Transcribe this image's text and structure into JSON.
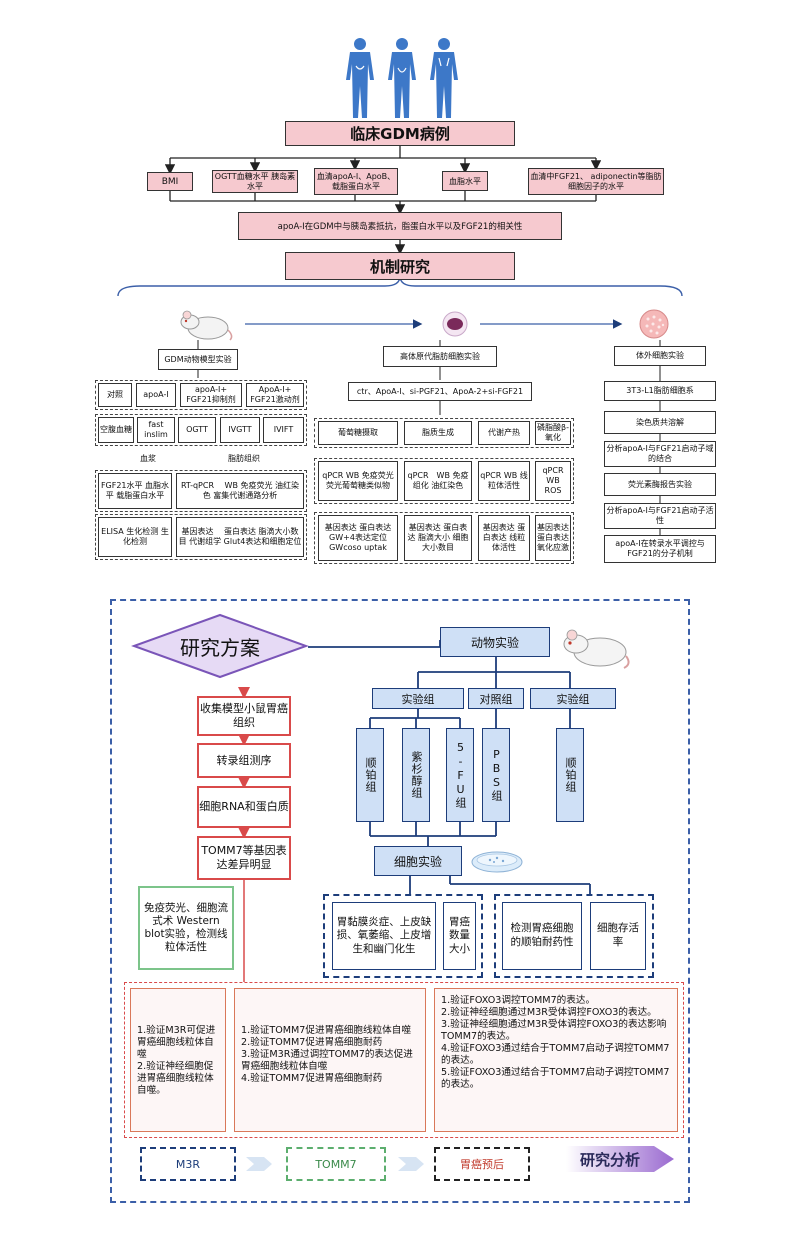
{
  "top": {
    "title": "临床GDM病例",
    "indicators": [
      "BMI",
      "OGTT血糖水平 胰岛素水平",
      "血清apoA-Ⅰ、ApoB、载脂蛋白水平",
      "血脂水平",
      "血清中FGF21、 adiponectin等脂肪细胞因子的水平"
    ],
    "correlation": "apoA-Ⅰ在GDM中与胰岛素抵抗，脂蛋白水平以及FGF21的相关性",
    "mechanism": "机制研究",
    "col1": {
      "header": "GDM动物模型实验",
      "groups": [
        "对照",
        "apoA-Ⅰ",
        "apoA-Ⅰ+ FGF21抑制剂",
        "ApoA-Ⅰ+ FGF21激动剂"
      ],
      "tests": [
        "空腹血糖",
        "fast inslim",
        "OGTT",
        "IVGTT",
        "IVIFT"
      ],
      "samples": [
        "血浆",
        "脂肪组织"
      ],
      "methods": [
        "FGF21水平 血脂水平 载脂蛋白水平",
        "RT-qPCR　 WB 免疫荧光 油红染色 富集代谢通路分析"
      ],
      "outcomes": [
        "ELISA 生化检测 生化检测",
        "基因表达　 蛋白表达 脂滴大小数目 代谢组学 Glut4表达和细胞定位"
      ]
    },
    "col2": {
      "header": "高体原代脂肪细胞实验",
      "groups": "ctr、ApoA-Ⅰ、si-PGF21、ApoA-2+si-FGF21",
      "assays": [
        "葡萄糖摄取",
        "脂质生成",
        "代谢产热",
        "磷脂酸β-氧化"
      ],
      "methods": [
        "qPCR WB 免疫荧光 荧光葡萄糖类似物",
        "qPCR　WB 免疫组化 油红染色",
        "qPCR WB 线粒体活性",
        "qPCR WB ROS"
      ],
      "outcomes": [
        "基因表达 蛋白表达 GW+4表达定位 GWcoso uptak",
        "基因表达 蛋白表达 脂滴大小 细胞大小数目",
        "基因表达 蛋白表达 线粒体活性",
        "基因表达 蛋白表达 氧化应激"
      ]
    },
    "col3": {
      "header": "体外细胞实验",
      "steps": [
        "3T3-L1脂肪细胞系",
        "染色质共溶解",
        "分析apoA-Ⅰ与FGF21启动子域的结合",
        "荧光素酶报告实验",
        "分析apoA-Ⅰ与FGF21启动子活性",
        "apoA-Ⅰ在转录水平调控与FGF21的分子机制"
      ]
    }
  },
  "bottom": {
    "title": "研究方案",
    "animal": "动物实验",
    "exp_group": "实验组",
    "ctrl_group": "对照组",
    "exp_group2": "实验组",
    "drugs": [
      "顺铂组",
      "紫杉醇组",
      "5-FU组",
      "PBS组",
      "顺铂组"
    ],
    "cell_exp": "细胞实验",
    "flow": [
      "收集模型小鼠胃癌组织",
      "转录组测序",
      "细胞RNA和蛋白质",
      "TOMM7等基因表达差异明显"
    ],
    "green_box": "免疫荧光、细胞流式术 Western blot实验，检测线粒体活性",
    "cell_boxes": [
      "胃黏膜炎症、上皮缺损、氧萎缩、上皮增生和幽门化生",
      "胃癌数量大小",
      "检测胃癌细胞的顺铂耐药性",
      "细胞存活率"
    ],
    "panel1": [
      "1.验证M3R可促进胃癌细胞线粒体自噬",
      "2.验证神经细胞促进胃癌细胞线粒体自噬。"
    ],
    "panel2": [
      "1.验证TOMM7促进胃癌细胞线粒体自噬",
      "2.验证TOMM7促进胃癌细胞耐药",
      "3.验证M3R通过调控TOMM7的表达促进胃癌细胞线粒体自噬",
      "4.验证TOMM7促进胃癌细胞耐药"
    ],
    "panel3": [
      "1.验证FOXO3调控TOMM7的表达。",
      "2.验证神经细胞通过M3R受体调控FOXO3的表达。",
      "3.验证神经细胞通过M3R受体调控FOXO3的表达影响TOMM7的表达。",
      "4.验证FOXO3通过结合于TOMM7启动子调控TOMM7的表达。",
      "5.验证FOXO3通过结合于TOMM7启动子调控TOMM7的表达。"
    ],
    "legend": [
      "M3R",
      "TOMM7",
      "胃癌预后"
    ],
    "analysis": "研究分析"
  },
  "colors": {
    "pink": "#f6c9cf",
    "blue_fill": "#cfe0f6",
    "navy": "#1d3d7a",
    "red": "#d94a4a",
    "purple": "#7a55b8"
  }
}
